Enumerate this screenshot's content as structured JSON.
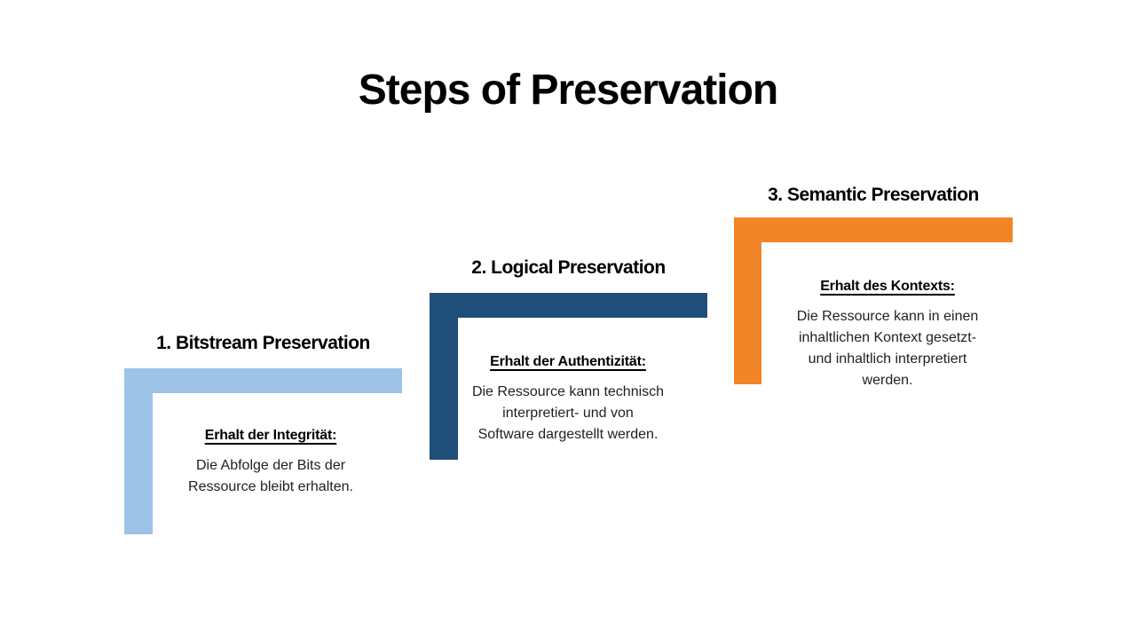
{
  "slide": {
    "title": "Steps of Preservation",
    "background_color": "#FFFFFF",
    "text_color": "#000000"
  },
  "steps": [
    {
      "heading": "1. Bitstream Preservation",
      "subheading": "Erhalt der Integrität:",
      "body_lines": [
        "Die Abfolge der Bits der",
        "Ressource bleibt erhalten."
      ],
      "color": "#9DC3E6"
    },
    {
      "heading": "2. Logical Preservation",
      "subheading": "Erhalt der Authentizität:",
      "body_lines": [
        "Die Ressource kann technisch",
        "interpretiert- und von",
        "Software dargestellt werden."
      ],
      "color": "#1F4E79"
    },
    {
      "heading": "3. Semantic Preservation",
      "subheading": "Erhalt des Kontexts:",
      "body_lines": [
        "Die Ressource kann in einen",
        "inhaltlichen Kontext gesetzt-",
        "und inhaltlich interpretiert",
        "werden."
      ],
      "color": "#F28527"
    }
  ]
}
